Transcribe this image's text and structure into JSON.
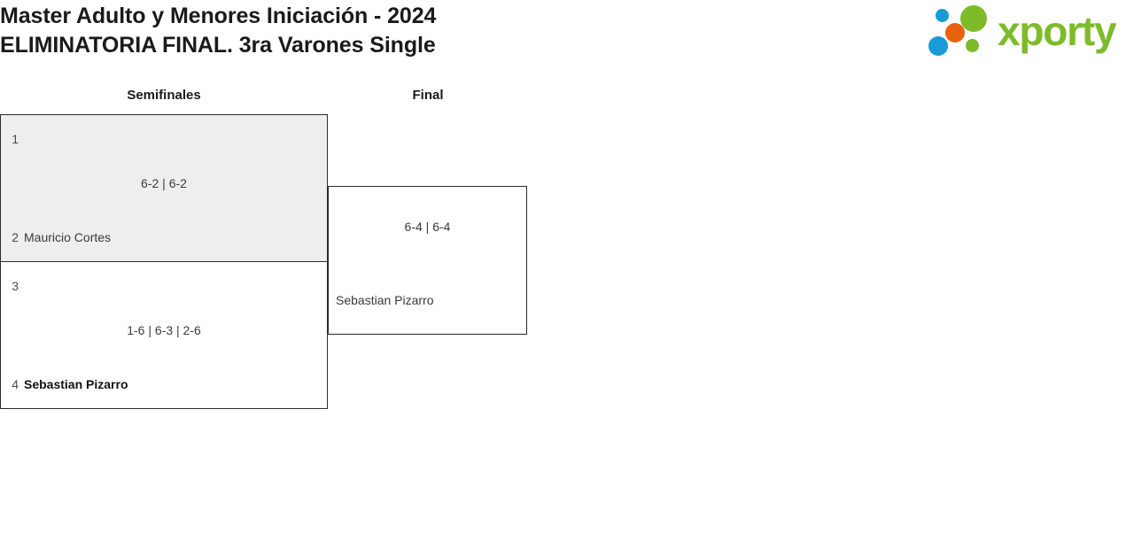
{
  "header": {
    "title_line1": "Master Adulto y Menores Iniciación - 2024",
    "title_line2": "ELIMINATORIA FINAL. 3ra Varones Single"
  },
  "logo": {
    "wordmark": "xporty",
    "colors": {
      "green": "#7DBB2A",
      "blue": "#199BD7",
      "orange": "#E8610C"
    }
  },
  "bracket": {
    "rounds": [
      {
        "label": "Semifinales"
      },
      {
        "label": "Final"
      }
    ],
    "matches": {
      "sf1": {
        "score": "6-2 | 6-2",
        "top": {
          "seed": "1",
          "name": ""
        },
        "bottom": {
          "seed": "2",
          "name": "Mauricio Cortes"
        }
      },
      "sf2": {
        "score": "1-6 | 6-3 | 2-6",
        "top": {
          "seed": "3",
          "name": ""
        },
        "bottom": {
          "seed": "4",
          "name": "Sebastian Pizarro"
        }
      },
      "f1": {
        "score": "6-4 | 6-4",
        "top": {
          "seed": "",
          "name": ""
        },
        "bottom": {
          "seed": "",
          "name": "Sebastian Pizarro"
        }
      }
    }
  }
}
